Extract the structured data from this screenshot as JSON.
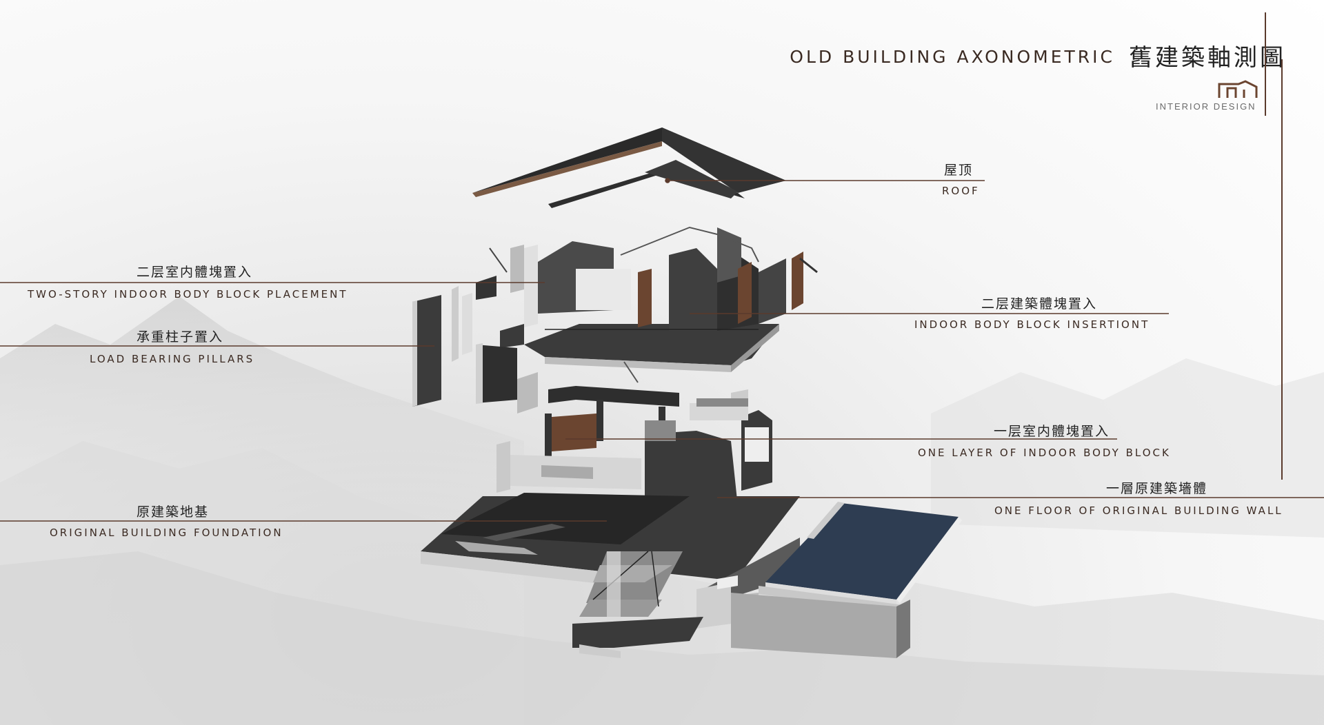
{
  "header": {
    "title_en": "OLD BUILDING AXONOMETRIC",
    "title_cn": "舊建築軸測圖",
    "logo_text": "INTERIOR DESIGN"
  },
  "labels": {
    "roof": {
      "cn": "屋顶",
      "en": "ROOF"
    },
    "two_story_block": {
      "cn": "二层室内體塊置入",
      "en": "TWO-STORY INDOOR BODY BLOCK PLACEMENT"
    },
    "load_bearing": {
      "cn": "承重柱子置入",
      "en": "LOAD BEARING PILLARS"
    },
    "indoor_insertion": {
      "cn": "二层建築體塊置入",
      "en": "INDOOR BODY BLOCK INSERTIONT"
    },
    "one_layer_block": {
      "cn": "一层室内體塊置入",
      "en": "ONE LAYER OF INDOOR BODY BLOCK"
    },
    "original_wall": {
      "cn": "一層原建築墻體",
      "en": "ONE FLOOR OF ORIGINAL BUILDING WALL"
    },
    "foundation": {
      "cn": "原建築地基",
      "en": "ORIGINAL BUILDING FOUNDATION"
    }
  },
  "colors": {
    "accent_line": "#5a3a2c",
    "pool": "#2e3d52",
    "dark_surface": "#3a3a3a",
    "wood": "#6b4530",
    "stone": "#4a4a4a"
  }
}
